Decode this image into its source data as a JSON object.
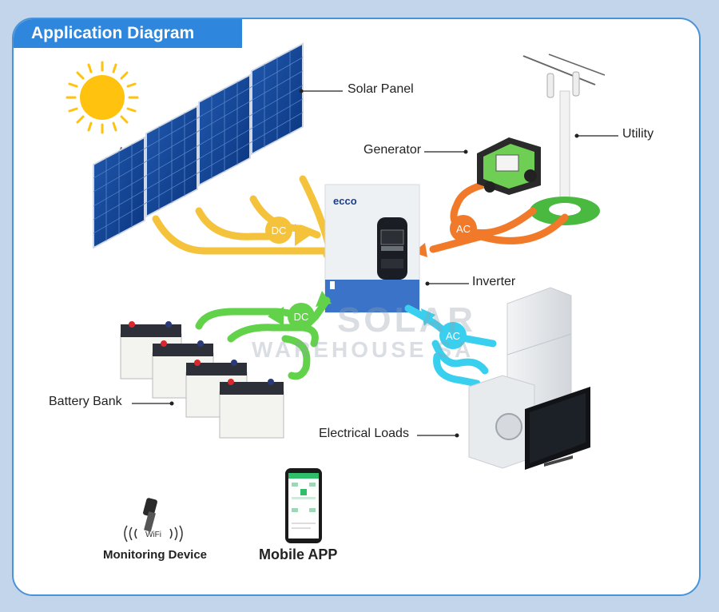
{
  "title": "Application Diagram",
  "labels": {
    "solar_panel": "Solar Panel",
    "generator": "Generator",
    "utility": "Utility",
    "inverter": "Inverter",
    "battery_bank": "Battery Bank",
    "electrical_loads": "Electrical Loads",
    "monitoring_device": "Monitoring Device",
    "mobile_app": "Mobile APP"
  },
  "flows": {
    "solar_dc": "DC",
    "battery_dc": "DC",
    "generator_ac": "AC",
    "loads_ac": "AC"
  },
  "inverter_brand": "ecco",
  "wifi_text": "WiFi",
  "watermark": {
    "line1": "SOLAR",
    "line2": "WAREHOUSE SA"
  },
  "colors": {
    "background": "#c3d5ea",
    "title_bar": "#2f86dd",
    "card_border": "#4a93d8",
    "dc_line": "#f5c33b",
    "battery_line": "#62d24a",
    "generator_line": "#f07a2a",
    "loads_line": "#38d0ee"
  }
}
